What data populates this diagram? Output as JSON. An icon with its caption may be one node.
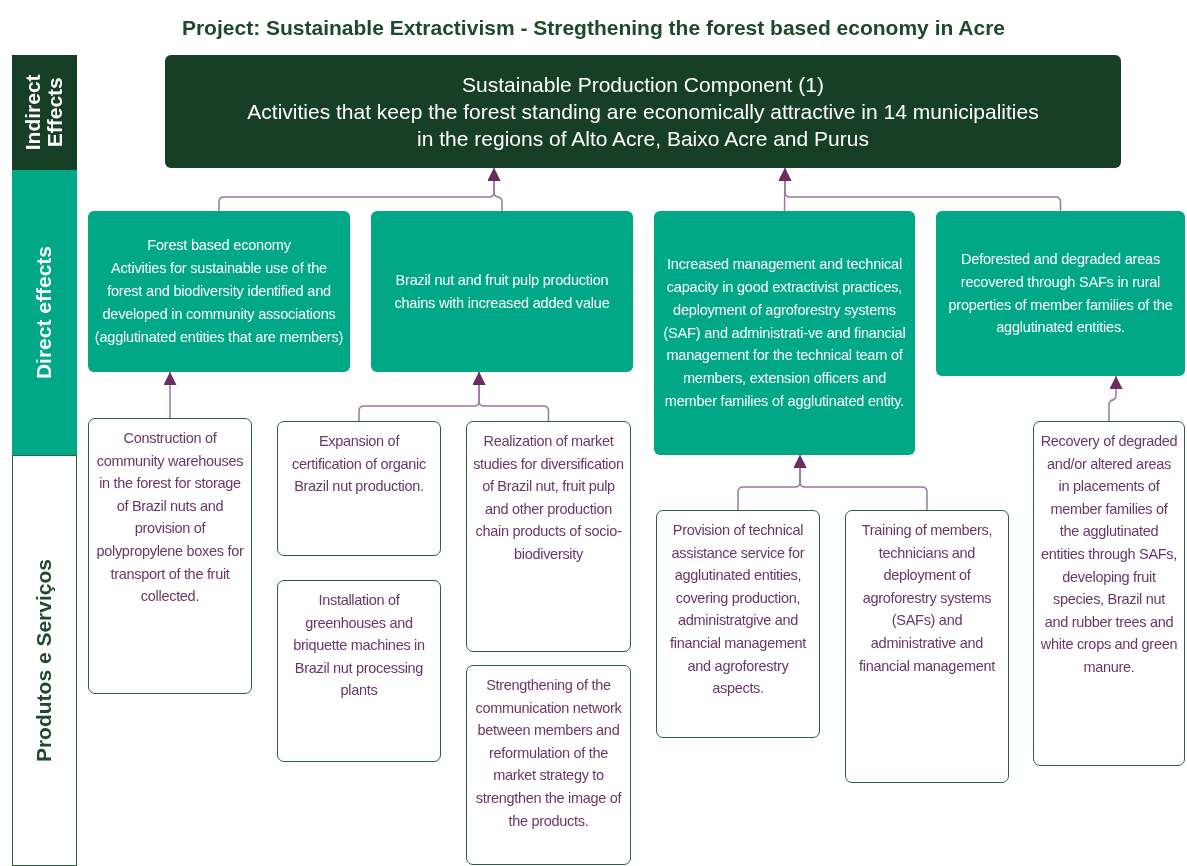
{
  "diagram": {
    "title": "Project: Sustainable Extractivism - Stregthening the forest based economy in Acre",
    "nodes": [
      {
        "text": [
          "Indirect Effects"
        ]
      },
      {
        "text": [
          "Direct effects"
        ]
      },
      {
        "text": [
          "Produtos e Serviços"
        ]
      },
      {
        "text": [
          "Sustainable Production Component (1)",
          "Activities that keep the forest standing are economically attractive in 14 municipalities in the regions of Alto Acre, Baixo Acre and Purus"
        ]
      },
      {
        "text": [
          "Forest based economy",
          "Activities for sustainable use of the forest and biodiversity identified and developed in community associations (agglutinated entities that are members)"
        ]
      },
      {
        "text": [
          "Brazil nut and fruit pulp production chains with increased added value"
        ]
      },
      {
        "text": [
          "Increased management and technical capacity in good extractivist practices, deployment of agroforestry systems (SAF) and administrati-ve and financial management for the technical team of members, extension officers and member families of agglutinated entity."
        ]
      },
      {
        "text": [
          "Deforested and degraded areas recovered through SAFs in rural properties of member families of the agglutinated entities."
        ]
      },
      {
        "text": [
          "Construction of community warehouses in the forest for storage of Brazil nuts and provision of polypropylene boxes for transport of the fruit collected."
        ]
      },
      {
        "text": [
          "Expansion of certification of organic Brazil nut production."
        ]
      },
      {
        "text": [
          "Realization of market studies for diversification of Brazil nut, fruit pulp and other production chain products of socio-biodiversity"
        ]
      },
      {
        "text": [
          "Installation of greenhouses and briquette machines in Brazil nut processing plants"
        ]
      },
      {
        "text": [
          "Strengthening of the communication network between members and reformulation of the market strategy to strengthen the image of the products."
        ]
      },
      {
        "text": [
          "Provision of technical assistance service for agglutinated entities, covering production, administratgive and financial management and agroforestry aspects."
        ]
      },
      {
        "text": [
          "Training of members, technicians and deployment of agroforestry systems (SAFs) and administrative and financial management"
        ]
      },
      {
        "text": [
          "Recovery of degraded and/or altered areas in placements of member families of the agglutinated entities through SAFs, developing fruit species, Brazil nut and rubber trees and white crops and green manure."
        ]
      }
    ],
    "edges": [
      {
        "from": 4,
        "to": 3,
        "arrow": "to"
      },
      {
        "from": 5,
        "to": 3,
        "arrow": "to"
      },
      {
        "from": 6,
        "to": 3,
        "arrow": "to"
      },
      {
        "from": 7,
        "to": 3,
        "arrow": "to"
      },
      {
        "from": 8,
        "to": 4,
        "arrow": "to"
      },
      {
        "from": 9,
        "to": 5,
        "arrow": "to"
      },
      {
        "from": 10,
        "to": 5,
        "arrow": "to"
      },
      {
        "from": 13,
        "to": 6,
        "arrow": "to"
      },
      {
        "from": 14,
        "to": 6,
        "arrow": "to"
      },
      {
        "from": 15,
        "to": 7,
        "arrow": "to"
      }
    ]
  }
}
